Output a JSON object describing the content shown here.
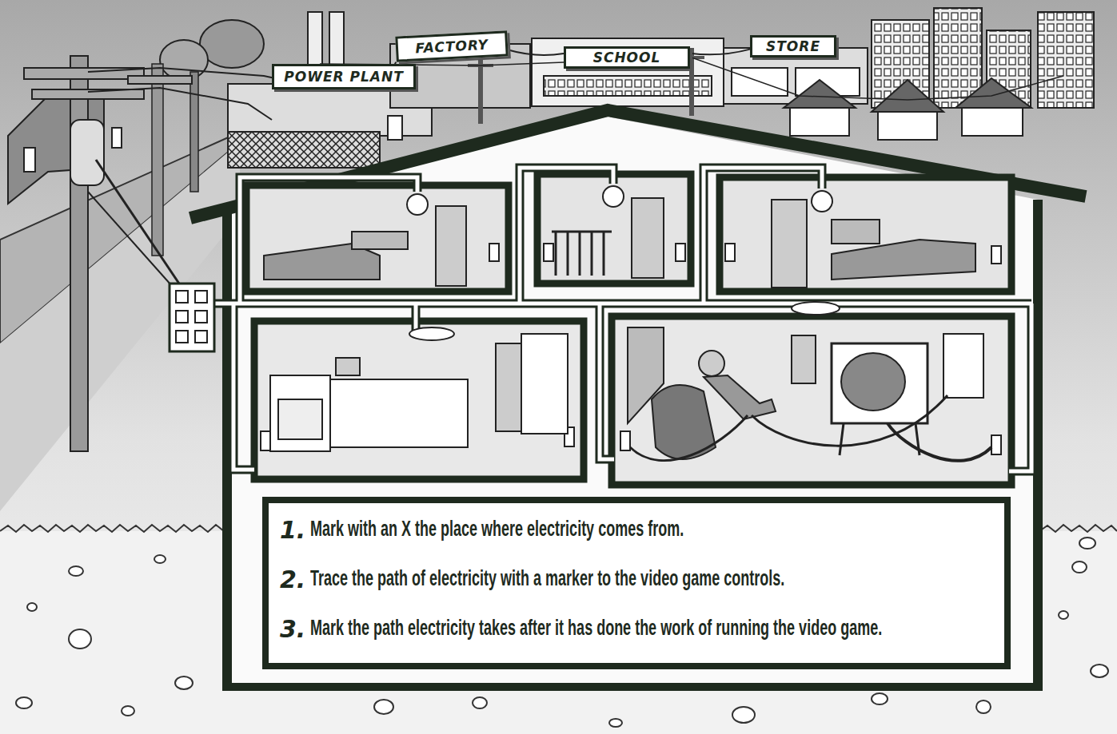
{
  "diagram": {
    "nodes": [
      {
        "text": [
          "POWER PLANT"
        ]
      },
      {
        "text": [
          "FACTORY"
        ]
      },
      {
        "text": [
          "SCHOOL"
        ]
      },
      {
        "text": [
          "STORE"
        ]
      },
      {
        "text": [
          "1.",
          "Mark with an X the place where electricity comes from.",
          "2.",
          "Trace the path of electricity with a marker to the video game controls.",
          "3.",
          "Mark the path electricity takes after it has done the work of running the video game."
        ]
      }
    ],
    "edges": [
      {
        "from": 0,
        "to": 1,
        "arrow": "none"
      },
      {
        "from": 1,
        "to": 2,
        "arrow": "none"
      },
      {
        "from": 2,
        "to": 3,
        "arrow": "none"
      }
    ]
  }
}
